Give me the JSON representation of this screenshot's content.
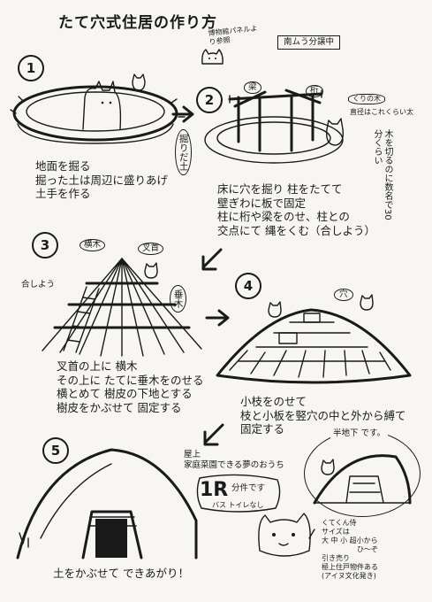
{
  "title": "たて穴式住居の作り方",
  "reference_note": "博物館パネルより参照",
  "sale_box": "南ムう分譲中",
  "steps": [
    {
      "number": "1",
      "text": [
        "地面を掘る",
        "掘った土は周辺に盛りあげ",
        "土手を作る"
      ],
      "labels": {
        "dug": "掘りだ土"
      }
    },
    {
      "number": "2",
      "text": [
        "床に穴を掘り 柱をたてて",
        "壁ぎわに板で固定",
        "柱に桁や梁をのせ、柱との",
        "交点にて 縄をくむ（合しよう）"
      ],
      "labels": {
        "beam": "梁",
        "girder": "桁",
        "chestnut": "くりの木",
        "chestnut_note": "直径はこれくらい太",
        "pillar_note": "木を切るのに数名で30分くらい"
      }
    },
    {
      "number": "3",
      "text": [
        "叉首の上に 横木",
        "その上に たてに垂木をのせる",
        "横とめて 樹皮の下地とする",
        "樹皮をかぶせて 固定する"
      ],
      "labels": {
        "crossbar": "横木",
        "sasu": "叉首",
        "rafter": "垂木",
        "gassho": "合しよう"
      }
    },
    {
      "number": "4",
      "text": [
        "小枝をのせて",
        "枝と小板を竪穴の中と外から縛て",
        "固定する"
      ],
      "labels": {
        "hole": "穴"
      }
    },
    {
      "number": "5",
      "text": [
        "土をかぶせて できあがり！"
      ],
      "labels": {}
    }
  ],
  "ad": {
    "intro": [
      "屋上",
      "家庭菜園できる夢のおうち"
    ],
    "big": "1R",
    "sub": "分件です",
    "facilities": "バス トイレなし",
    "bubble_label": "半地下 です。",
    "cat_info": [
      "くてくん侍",
      "サイズは",
      "大 中 小 超小から",
      "ひ～ぞ",
      "引き売り",
      "極上住戸物件ある",
      "(アイヌ文化発き)"
    ]
  },
  "colors": {
    "ink": "#1a1a1a",
    "paper": "#f7f6f2"
  }
}
